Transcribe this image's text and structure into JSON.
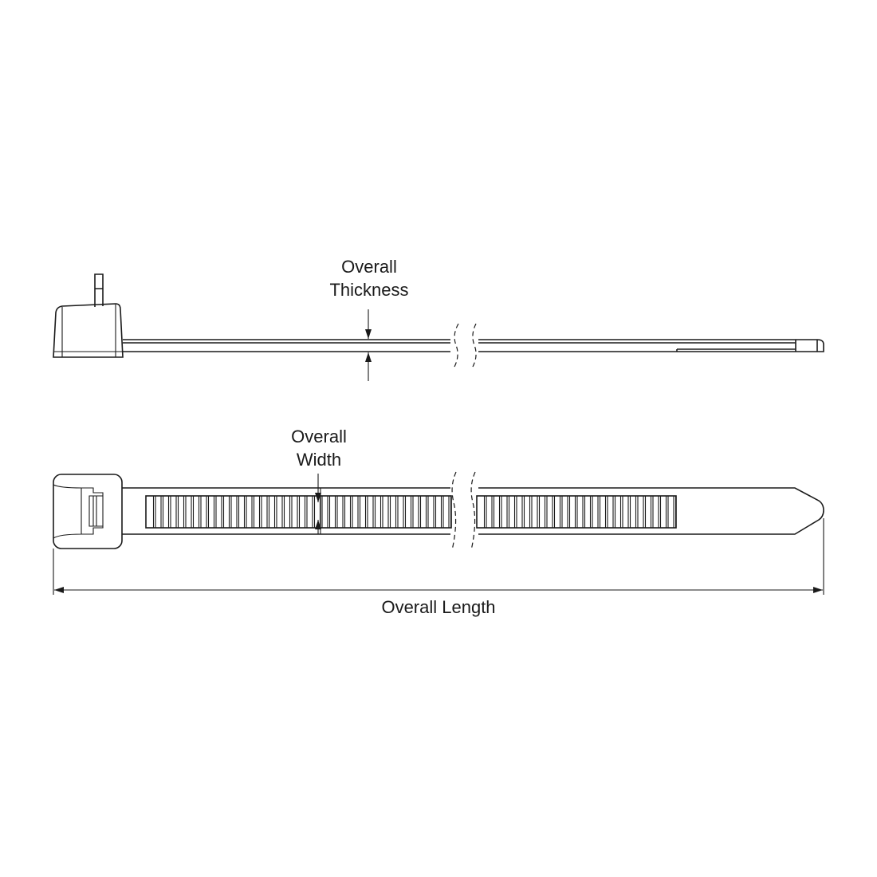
{
  "labels": {
    "thickness": [
      "Overall",
      "Thickness"
    ],
    "width": [
      "Overall",
      "Width"
    ],
    "length": "Overall Length"
  },
  "views": [
    "side-view",
    "top-view"
  ],
  "line_color": "#1a1a1a"
}
